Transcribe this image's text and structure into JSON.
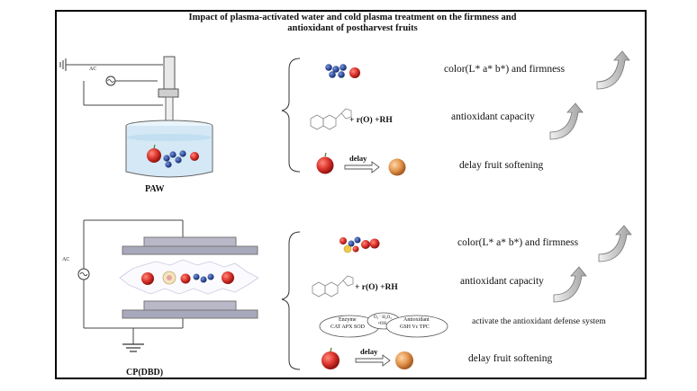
{
  "title_line1": "Impact of plasma-activated water and cold plasma treatment on the firmness and",
  "title_line2": "antioxidant of postharvest fruits",
  "paw": {
    "label": "PAW",
    "ac": "AC",
    "effects": [
      {
        "text": "color(L* a* b*) and firmness"
      },
      {
        "text": "antioxidant capacity",
        "formula": "+ r(O) +RH"
      },
      {
        "text": "delay fruit softening",
        "arrow_label": "delay"
      }
    ]
  },
  "cp": {
    "label": "CP(DBD)",
    "ac": "AC",
    "effects": [
      {
        "text": "color(L* a* b*) and firmness"
      },
      {
        "text": "antioxidant capacity",
        "formula": "+ r(O) +RH"
      },
      {
        "text": "activate the antioxidant defense system",
        "enzyme": "Enzyme",
        "enzyme_list": "CAT APX SOD",
        "antioxidant": "Antioxidant",
        "antioxidant_list": "GSH Vc TPC",
        "mid_top": "O₂⁻ H₂O₂",
        "mid_bottom": "•OH"
      },
      {
        "text": "delay fruit softening",
        "arrow_label": "delay"
      }
    ]
  },
  "colors": {
    "fruit_red": "#d9302a",
    "blueberry": "#2d4b9a",
    "peach": "#e0924a",
    "water": "#d4e8f5",
    "arrow": "#8a8a8a"
  }
}
